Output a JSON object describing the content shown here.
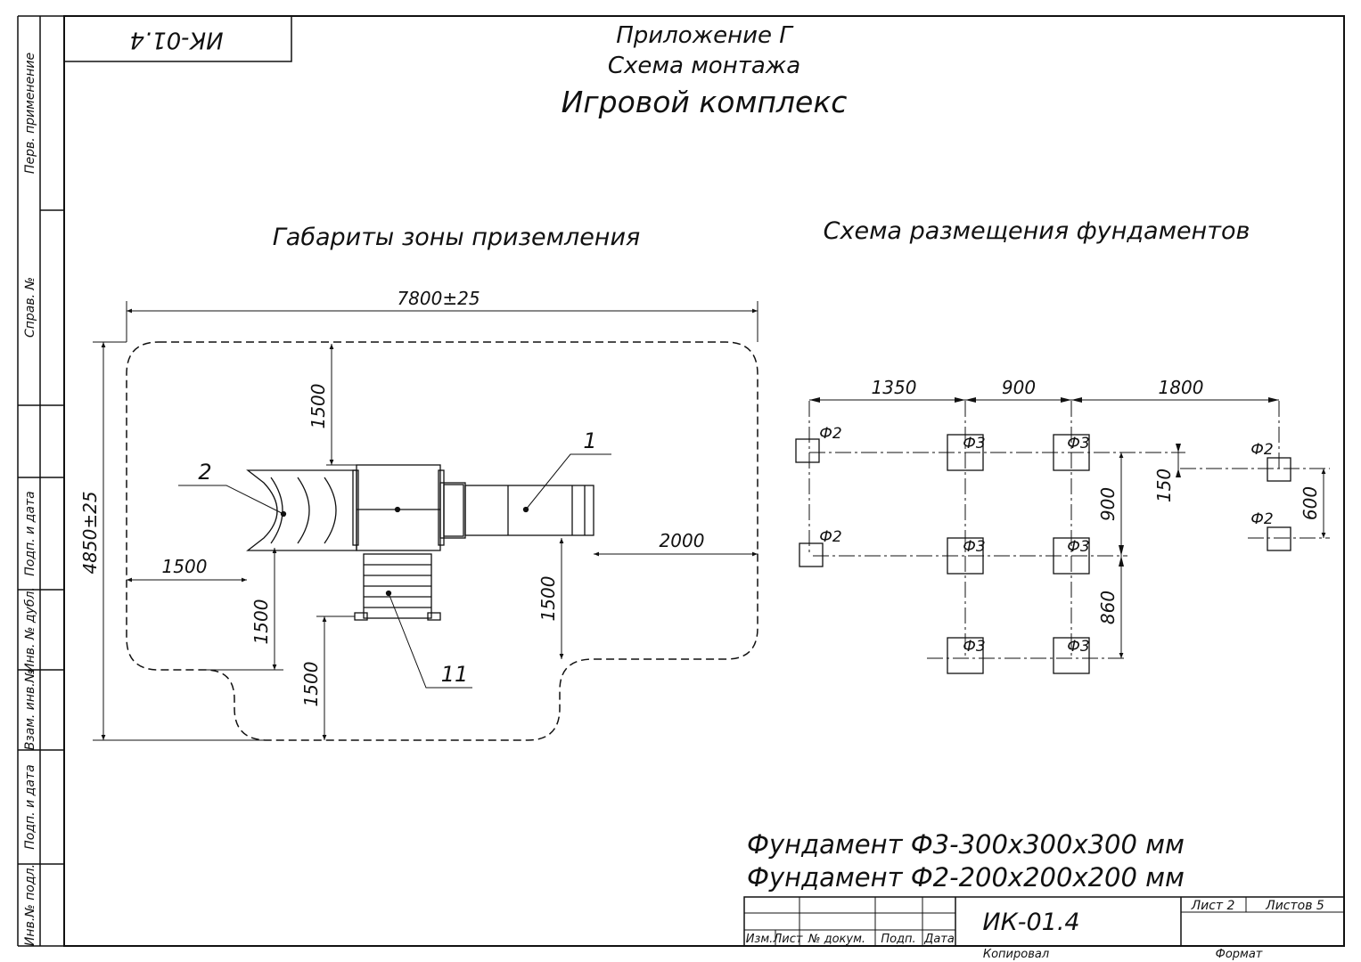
{
  "sheet": {
    "stamp_rotated": "ИК-01.4",
    "header": {
      "appendix": "Приложение Г",
      "subtitle": "Схема монтажа",
      "title": "Игровой комплекс"
    },
    "side_labels": [
      "Перв. применение",
      "Справ. №",
      "Подп. и дата",
      "Инв. № дубл.",
      "Взам. инв.№",
      "Подп. и дата",
      "Инв.№ подл."
    ]
  },
  "landing_zone": {
    "title": "Габариты зоны приземления",
    "dim_width": "7800±25",
    "dim_height": "4850±25",
    "dim_top": "1500",
    "dim_left": "1500",
    "dim_right": "2000",
    "dim_bottom_left_a": "1500",
    "dim_bottom_left_b": "1500",
    "dim_bottom_right": "1500",
    "callouts": [
      "1",
      "2",
      "11"
    ]
  },
  "foundation_layout": {
    "title": "Схема размещения фундаментов",
    "dims_top": [
      "1350",
      "900",
      "1800"
    ],
    "dims_vertical": [
      "900",
      "860"
    ],
    "dim_150": "150",
    "dim_600": "600",
    "f2_label": "Ф2",
    "f3_label": "Ф3"
  },
  "notes": [
    "Фундамент Ф3-300х300х300 мм",
    "Фундамент Ф2-200х200х200 мм"
  ],
  "title_block": {
    "doc_number": "ИК-01.4",
    "sheet_label": "Лист 2",
    "sheets_label": "Листов 5",
    "col_izm": "Изм.",
    "col_list": "Лист",
    "col_doc": "№ докум.",
    "col_sign": "Подп.",
    "col_date": "Дата",
    "copied": "Копировал",
    "format": "Формат"
  }
}
